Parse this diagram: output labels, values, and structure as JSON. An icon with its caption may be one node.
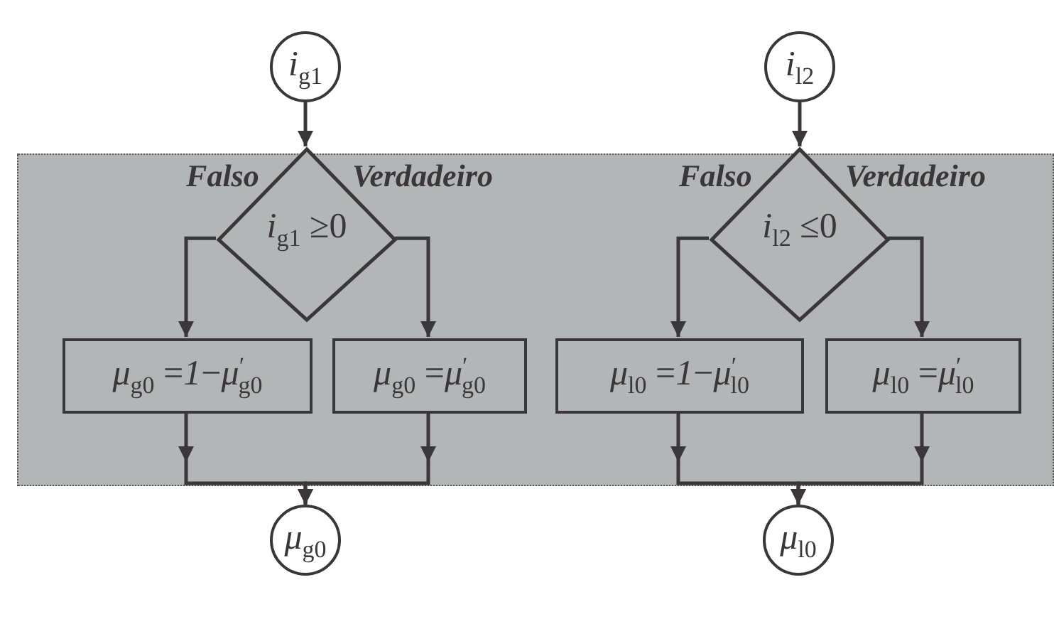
{
  "diagram": {
    "nodes": [
      {
        "text": [],
        "shape": "box"
      },
      {
        "text": [
          "*i*$_{g1}$"
        ]
      },
      {
        "text": [
          "*i*$_{g1}$ ≥0"
        ],
        "in": 0
      },
      {
        "text": [
          "*μ*$_{g0}$ =*1*−*μ*$^{′}$$_{g0}$"
        ],
        "in": 0
      },
      {
        "text": [
          "*μ*$_{g0}$ =*μ*$^{′}$$_{g0}$"
        ],
        "in": 0
      },
      {
        "text": [
          "*μ*$_{g0}$"
        ]
      },
      {
        "text": [
          "*i*$_{l2}$"
        ]
      },
      {
        "text": [
          "*i*$_{l2}$ ≤0"
        ],
        "in": 0
      },
      {
        "text": [
          "*μ*$_{l0}$ =*1*−*μ*$^{′}$$_{l0}$"
        ],
        "in": 0
      },
      {
        "text": [
          "*μ*$_{l0}$ =*μ*$^{′}$$_{l0}$"
        ],
        "in": 0
      },
      {
        "text": [
          "*μ*$_{l0}$"
        ]
      }
    ],
    "edges": [
      {
        "from": 1,
        "to": 2,
        "arrow": "to"
      },
      {
        "from": 2,
        "to": 3,
        "arrow": "to",
        "label": "Falso"
      },
      {
        "from": 2,
        "to": 4,
        "arrow": "to",
        "label": "Verdadeiro"
      },
      {
        "from": 3,
        "to": 5,
        "arrow": "to"
      },
      {
        "from": 4,
        "to": 5,
        "arrow": "to"
      },
      {
        "from": 6,
        "to": 7,
        "arrow": "to"
      },
      {
        "from": 7,
        "to": 8,
        "arrow": "to",
        "label": "Falso"
      },
      {
        "from": 7,
        "to": 9,
        "arrow": "to",
        "label": "Verdadeiro"
      },
      {
        "from": 8,
        "to": 10,
        "arrow": "to"
      },
      {
        "from": 9,
        "to": 10,
        "arrow": "to"
      }
    ]
  }
}
